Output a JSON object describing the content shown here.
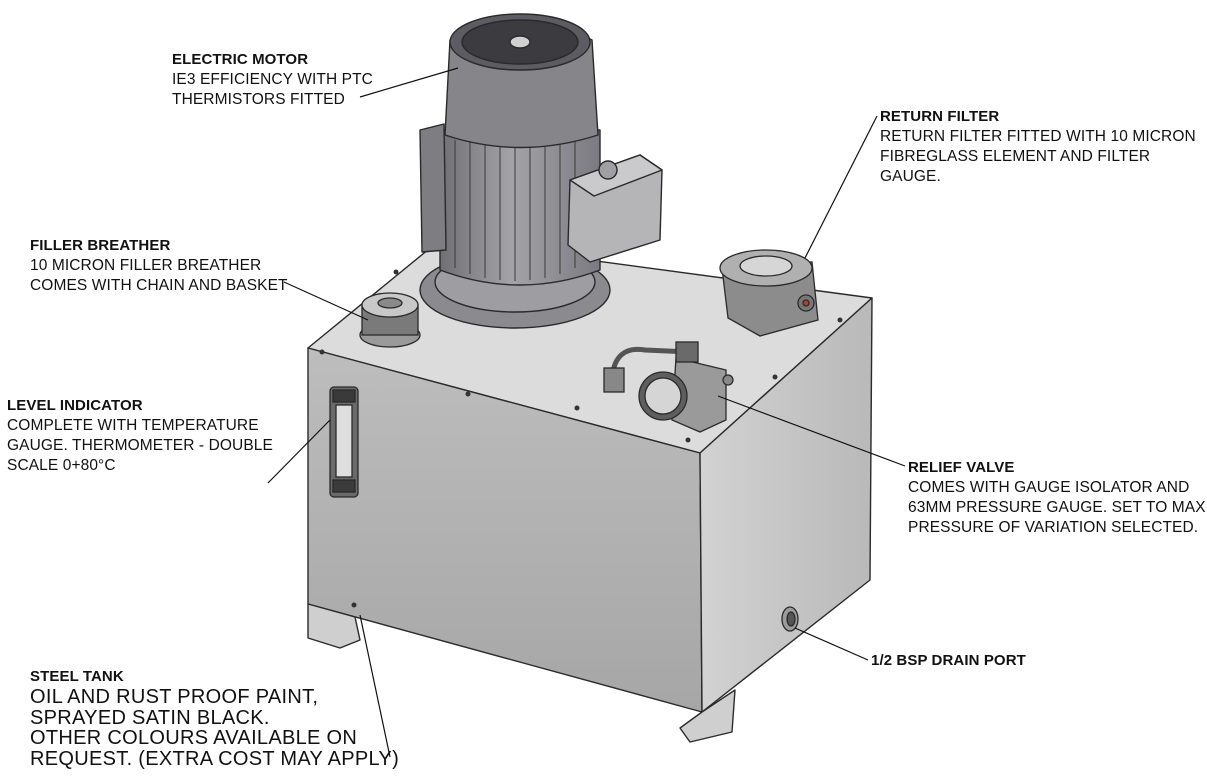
{
  "callouts": {
    "electric_motor": {
      "title": "ELECTRIC MOTOR",
      "text": "IE3 EFFICIENCY WITH PTC\nTHERMISTORS FITTED"
    },
    "return_filter": {
      "title": "RETURN FILTER",
      "text": "RETURN FILTER FITTED WITH 10 MICRON\nFIBREGLASS ELEMENT AND FILTER GAUGE."
    },
    "filler_breather": {
      "title": "FILLER BREATHER",
      "text": "10 MICRON FILLER BREATHER\nCOMES WITH CHAIN AND BASKET"
    },
    "level_indicator": {
      "title": "LEVEL INDICATOR",
      "text": "COMPLETE WITH TEMPERATURE\nGAUGE. THERMOMETER - DOUBLE\nSCALE 0+80°C"
    },
    "relief_valve": {
      "title": "RELIEF VALVE",
      "text": "COMES WITH GAUGE ISOLATOR AND\n63MM PRESSURE GAUGE. SET TO MAX\nPRESSURE OF VARIATION SELECTED."
    },
    "drain_port": {
      "title": "1/2 BSP DRAIN PORT"
    },
    "steel_tank": {
      "title": "STEEL TANK",
      "text": "OIL AND RUST PROOF PAINT,\nSPRAYED SATIN BLACK.\nOTHER COLOURS AVAILABLE ON\nREQUEST. (EXTRA COST MAY APPLY)"
    }
  },
  "colors": {
    "tank_front": "#b3b3b3",
    "tank_side": "#c4c4c4",
    "tank_top": "#dcdcdc",
    "motor": "#8e8e92",
    "outline": "#2a2a2a"
  }
}
